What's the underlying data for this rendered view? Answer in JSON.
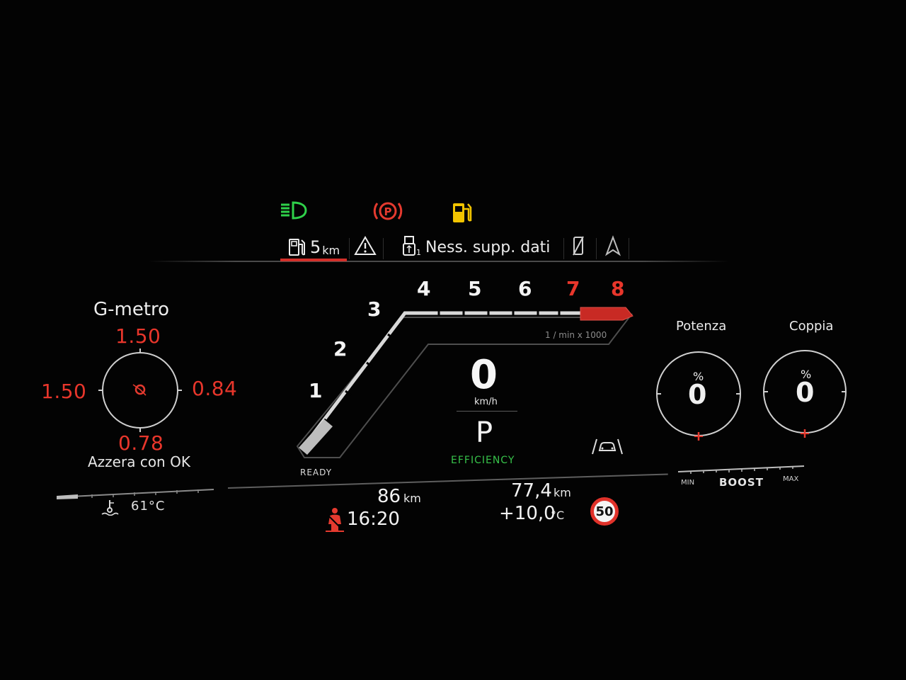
{
  "warning_lamps": [
    {
      "icon": "headlight-icon",
      "color": "#2fd14a"
    },
    {
      "icon": "parking-brake-icon",
      "color": "#e53a2f"
    },
    {
      "icon": "fuel-reserve-icon",
      "color": "#f2c400"
    }
  ],
  "status_bar": {
    "range_value": "5",
    "range_unit": "km",
    "media_subscript": "1",
    "media_text": "Ness. supp. dati",
    "icons": [
      "fuel-pump-icon",
      "warning-triangle-icon",
      "usb-media-icon",
      "phone-icon",
      "navigation-arrow-icon"
    ]
  },
  "g_meter": {
    "title": "G-metro",
    "top": "1.50",
    "left": "1.50",
    "right": "0.84",
    "bottom": "0.78",
    "reset_hint": "Azzera con OK"
  },
  "tachometer": {
    "gear_marks": [
      "1",
      "2",
      "3",
      "4",
      "5",
      "6",
      "7",
      "8"
    ],
    "redline_from": "7",
    "unit": "1 / min x 1000",
    "status": "READY",
    "rpm_fraction": 0.0
  },
  "center": {
    "speed": "0",
    "speed_unit": "km/h",
    "gear": "P",
    "mode": "EFFICIENCY"
  },
  "gauges": {
    "power": {
      "title": "Potenza",
      "unit": "%",
      "value": "0"
    },
    "torque": {
      "title": "Coppia",
      "unit": "%",
      "value": "0"
    },
    "boost": {
      "label": "BOOST",
      "min": "MIN",
      "max": "MAX"
    }
  },
  "bottom": {
    "oil_temp": "61°C",
    "trip_distance": "86",
    "trip_unit": "km",
    "time": "16:20",
    "range_distance": "77,4",
    "range_unit": "km",
    "outside_temp": "+10,0",
    "temp_unit": "°C",
    "speed_limit": "50"
  },
  "colors": {
    "accent_red": "#e53a2f",
    "efficiency_green": "#37c24a",
    "background": "#030303"
  }
}
